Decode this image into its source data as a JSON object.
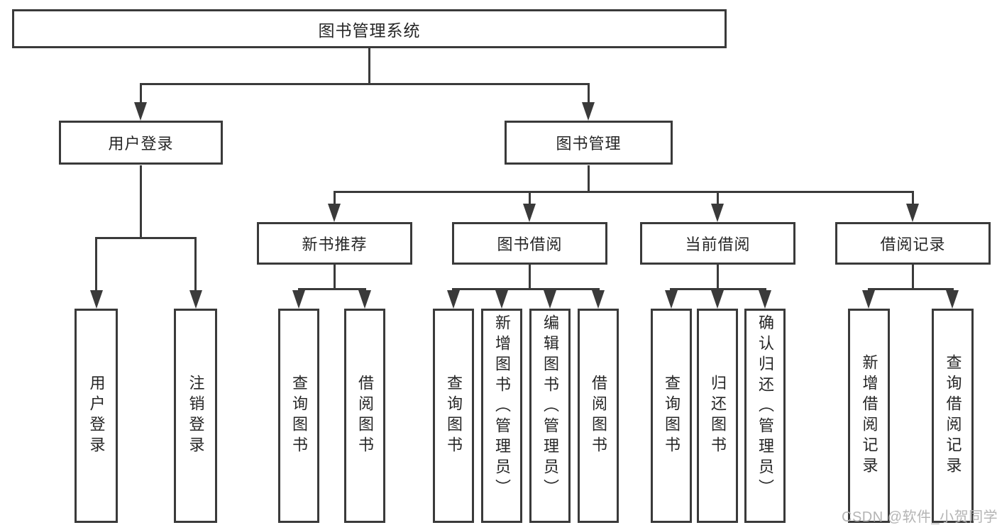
{
  "colors": {
    "line": "#3a3a3a",
    "text": "#262626",
    "box_background": "#ffffff",
    "page_background": "#ffffff",
    "watermark": "#b4b4b4"
  },
  "watermark": {
    "text": "CSDN @软件_小贺同学"
  },
  "tree": {
    "label": "图书管理系统",
    "children": [
      {
        "label": "用户登录",
        "children": [
          {
            "label": "用户登录"
          },
          {
            "label": "注销登录"
          }
        ]
      },
      {
        "label": "图书管理",
        "children": [
          {
            "label": "新书推荐",
            "children": [
              {
                "label": "查询图书"
              },
              {
                "label": "借阅图书"
              }
            ]
          },
          {
            "label": "图书借阅",
            "children": [
              {
                "label": "查询图书"
              },
              {
                "label": "新增图书（管理员）"
              },
              {
                "label": "编辑图书（管理员）"
              },
              {
                "label": "借阅图书"
              }
            ]
          },
          {
            "label": "当前借阅",
            "children": [
              {
                "label": "查询图书"
              },
              {
                "label": "归还图书"
              },
              {
                "label": "确认归还（管理员）"
              }
            ]
          },
          {
            "label": "借阅记录",
            "children": [
              {
                "label": "新增借阅记录"
              },
              {
                "label": "查询借阅记录"
              }
            ]
          }
        ]
      }
    ]
  }
}
